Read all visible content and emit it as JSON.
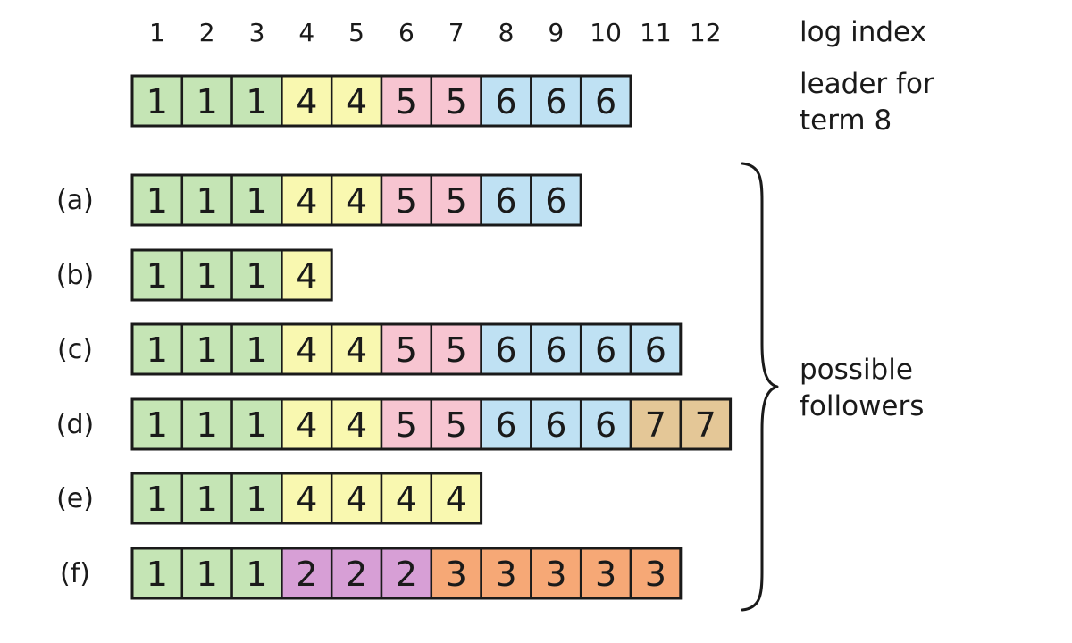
{
  "header": {
    "log_indices": [
      "1",
      "2",
      "3",
      "4",
      "5",
      "6",
      "7",
      "8",
      "9",
      "10",
      "11",
      "12"
    ],
    "log_index_label": "log index"
  },
  "leader": {
    "label_line1": "leader for",
    "label_line2": "term 8",
    "entries": [
      1,
      1,
      1,
      4,
      4,
      5,
      5,
      6,
      6,
      6
    ]
  },
  "followers": {
    "label_line1": "possible",
    "label_line2": "followers",
    "rows": [
      {
        "label": "(a)",
        "entries": [
          1,
          1,
          1,
          4,
          4,
          5,
          5,
          6,
          6
        ]
      },
      {
        "label": "(b)",
        "entries": [
          1,
          1,
          1,
          4
        ]
      },
      {
        "label": "(c)",
        "entries": [
          1,
          1,
          1,
          4,
          4,
          5,
          5,
          6,
          6,
          6,
          6
        ]
      },
      {
        "label": "(d)",
        "entries": [
          1,
          1,
          1,
          4,
          4,
          5,
          5,
          6,
          6,
          6,
          7,
          7
        ]
      },
      {
        "label": "(e)",
        "entries": [
          1,
          1,
          1,
          4,
          4,
          4,
          4
        ]
      },
      {
        "label": "(f)",
        "entries": [
          1,
          1,
          1,
          2,
          2,
          2,
          3,
          3,
          3,
          3,
          3
        ]
      }
    ]
  },
  "term_colors": {
    "1": "#c5e5b5",
    "2": "#d79fd6",
    "3": "#f6a876",
    "4": "#f9f8b0",
    "5": "#f7c5d1",
    "6": "#bfe1f3",
    "7": "#e4c797"
  }
}
